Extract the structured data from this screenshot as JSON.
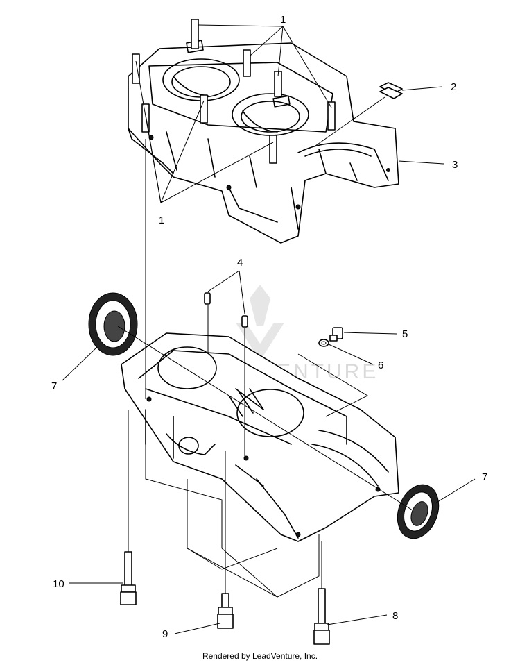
{
  "callouts": {
    "c1_top": "1",
    "c1_bottom": "1",
    "c2": "2",
    "c3": "3",
    "c4": "4",
    "c5": "5",
    "c6": "6",
    "c7_left": "7",
    "c7_right": "7",
    "c8": "8",
    "c9": "9",
    "c10": "10"
  },
  "watermark": "VENTURE",
  "footer": "Rendered by LeadVenture, Inc."
}
